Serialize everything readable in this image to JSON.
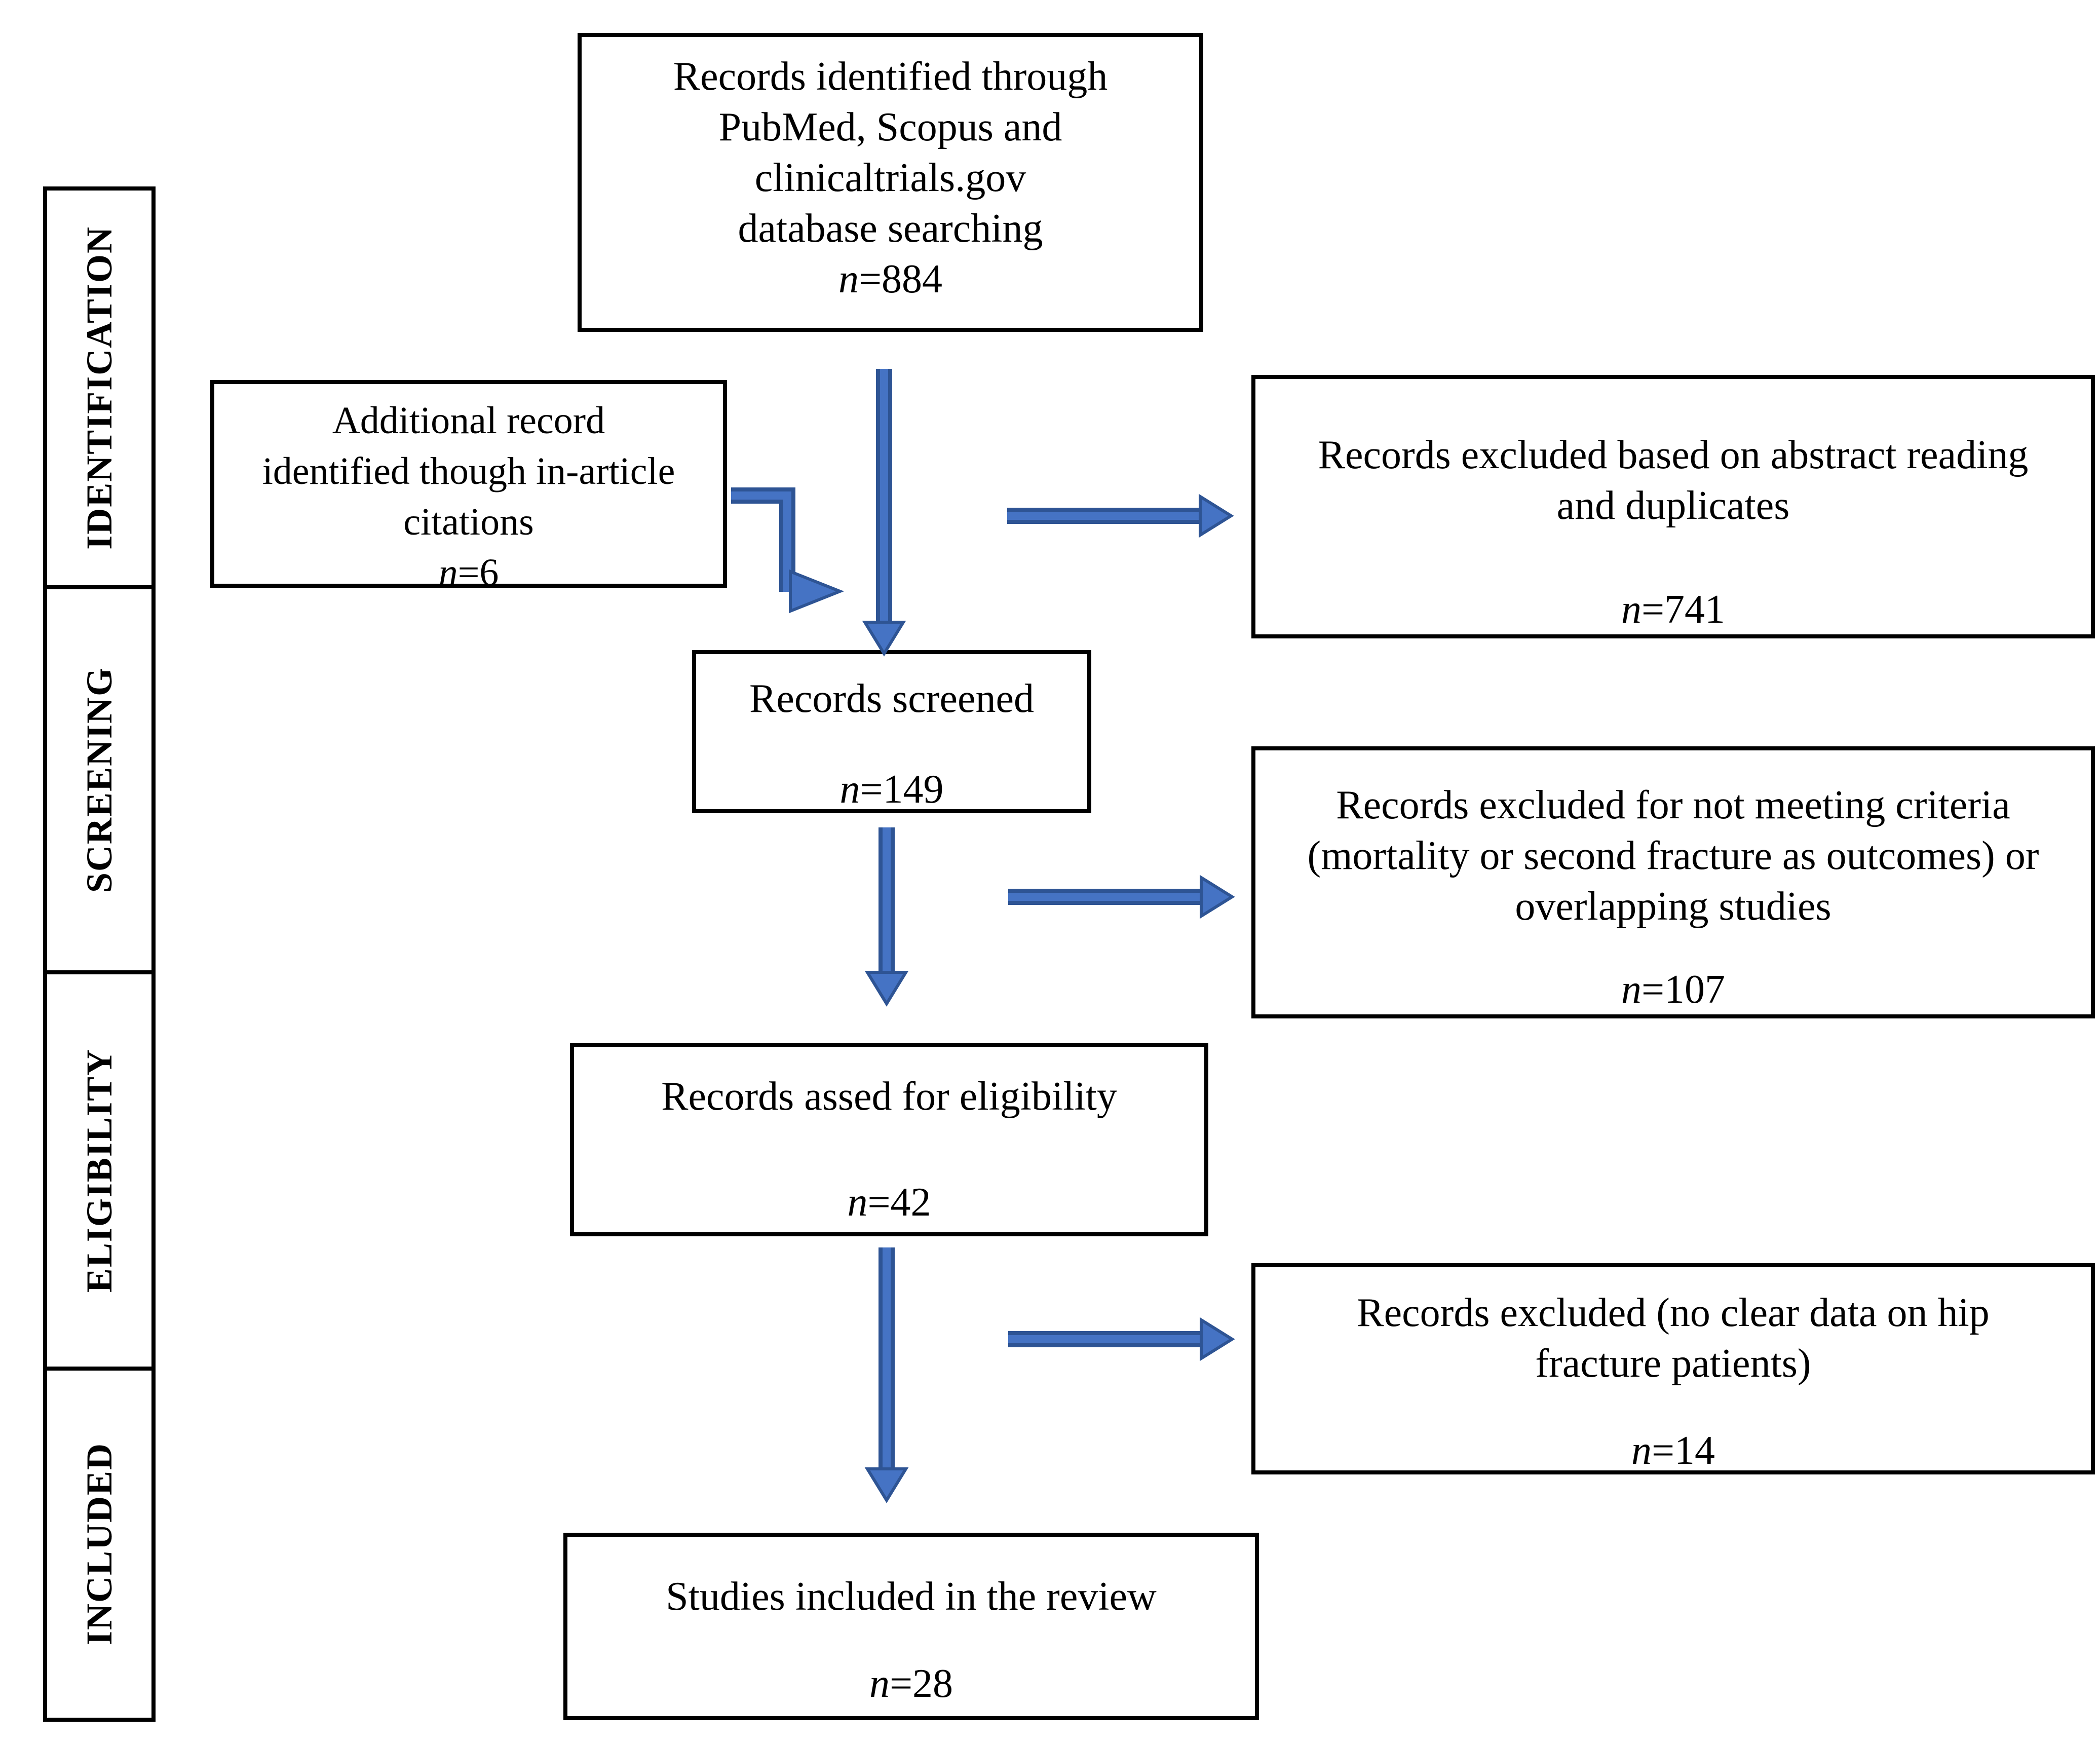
{
  "stages": [
    {
      "id": "identification",
      "label": "IDENTIFICATION"
    },
    {
      "id": "screening",
      "label": "SCREENING"
    },
    {
      "id": "eligibility",
      "label": "ELIGIBILITY"
    },
    {
      "id": "included",
      "label": "INCLUDED"
    }
  ],
  "boxes": {
    "identified": {
      "text": "Records identified through\nPubMed, Scopus and\nclinicaltrials.gov\ndatabase searching",
      "n_prefix": "n",
      "n_value": "=884"
    },
    "additional": {
      "text": "Additional record\nidentified though in-article\ncitations",
      "n_prefix": "n",
      "n_value": "=6"
    },
    "excluded_abstract": {
      "text": "Records excluded based on abstract reading\nand duplicates",
      "n_prefix": "n",
      "n_value": "=741"
    },
    "screened": {
      "text": "Records screened",
      "n_prefix": "n",
      "n_value": "=149"
    },
    "excluded_criteria": {
      "text": "Records excluded for not meeting criteria\n(mortality or second fracture as outcomes) or\noverlapping studies",
      "n_prefix": "n",
      "n_value": "=107"
    },
    "eligibility": {
      "text": "Records assed for eligibility",
      "n_prefix": "n",
      "n_value": "=42"
    },
    "excluded_nodata": {
      "text": "Records excluded (no clear data on hip\nfracture patients)",
      "n_prefix": "n",
      "n_value": "=14"
    },
    "included": {
      "text": "Studies included in the review",
      "n_prefix": "n",
      "n_value": "=28"
    }
  },
  "colors": {
    "arrow_core": "#4573C4",
    "arrow_outline": "#2E5494",
    "box_border": "#000000",
    "text": "#000000",
    "background": "#FFFFFF"
  }
}
